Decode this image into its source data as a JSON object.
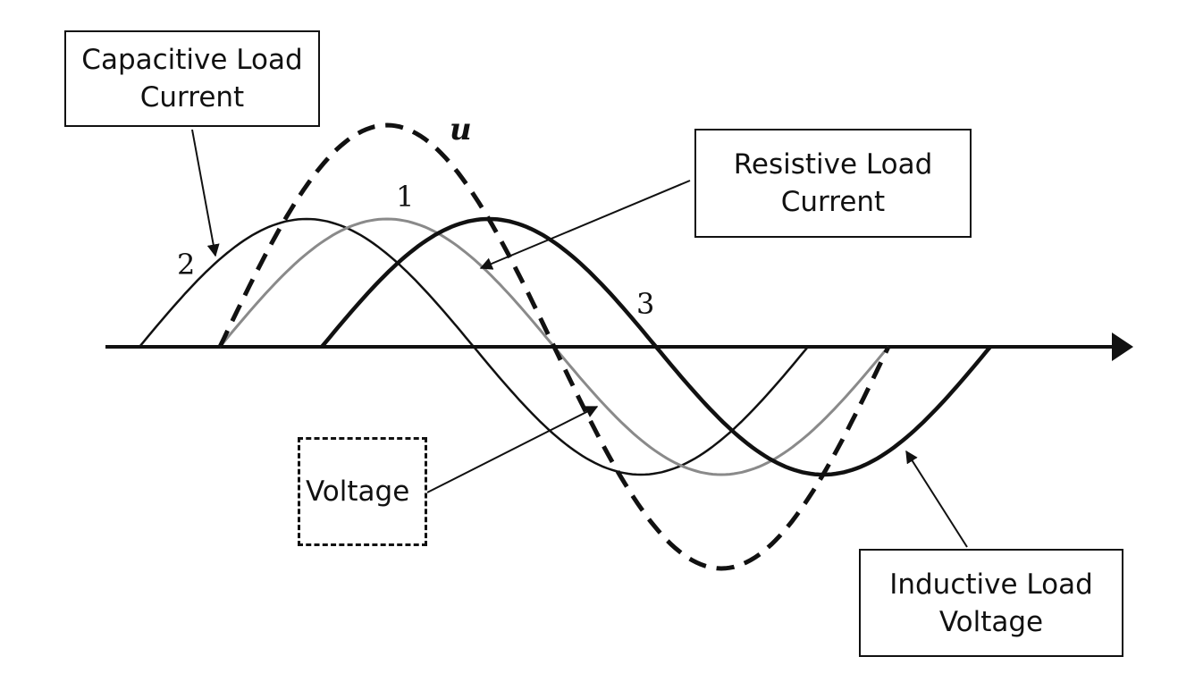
{
  "labels": {
    "capacitive": "Capacitive Load\nCurrent",
    "resistive": "Resistive Load\nCurrent",
    "voltage": "Voltage",
    "inductive": "Inductive Load\nVoltage"
  },
  "curve_numbers": {
    "resistive": "1",
    "capacitive": "2",
    "inductive": "3",
    "voltage": "u"
  },
  "colors": {
    "ink": "#111111",
    "resistive_curve": "#8a8a8a"
  }
}
